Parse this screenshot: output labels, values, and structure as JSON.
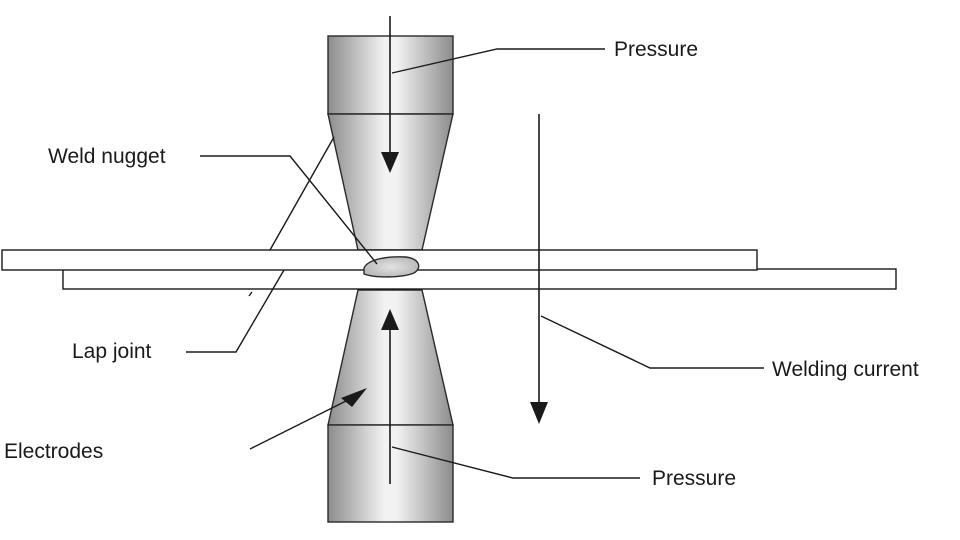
{
  "labels": {
    "pressure_top": "Pressure",
    "weld_nugget": "Weld nugget",
    "lap_joint": "Lap joint",
    "welding_current": "Welding current",
    "electrodes": "Electrodes",
    "pressure_bottom": "Pressure"
  },
  "colors": {
    "electrode_dark": "#8c8c8c",
    "electrode_light": "#f2f2f2",
    "nugget": "#c8c8c8",
    "line": "#1a1a1a"
  }
}
